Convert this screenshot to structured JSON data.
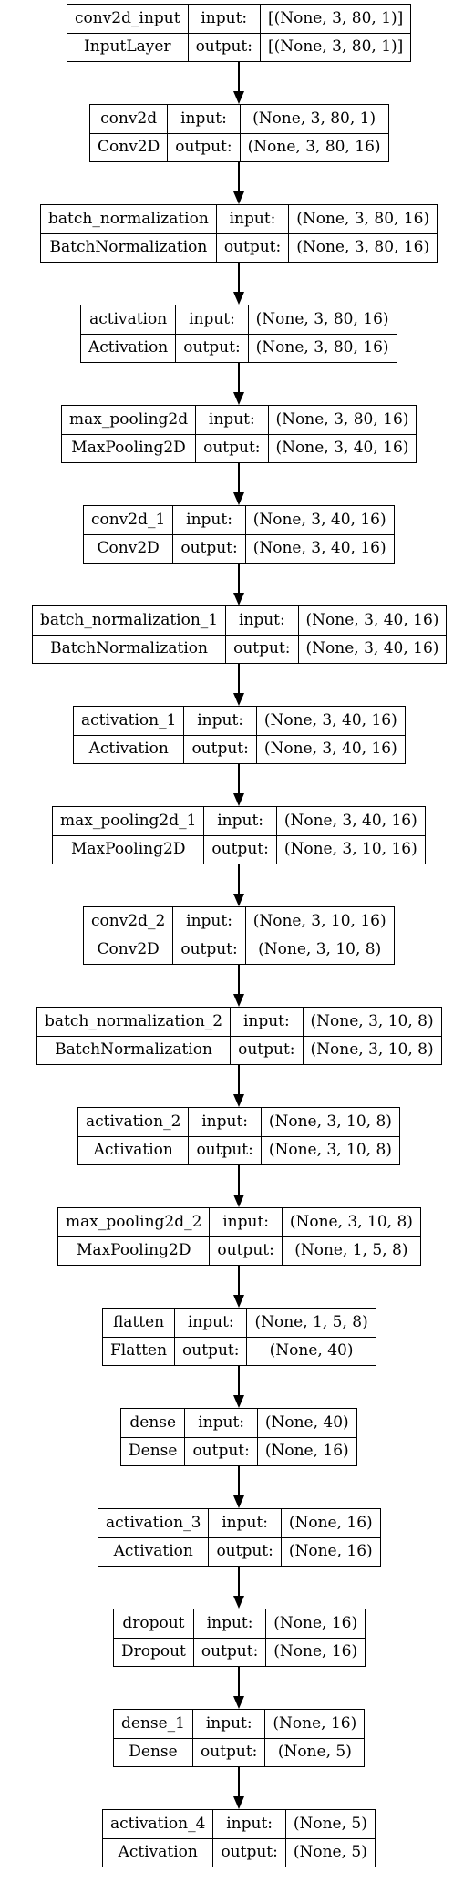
{
  "layers": [
    {
      "name": "conv2d_input",
      "type": "InputLayer",
      "in_label": "input:",
      "out_label": "output:",
      "input_shape": "[(None, 3, 80, 1)]",
      "output_shape": "[(None, 3, 80, 1)]"
    },
    {
      "name": "conv2d",
      "type": "Conv2D",
      "in_label": "input:",
      "out_label": "output:",
      "input_shape": "(None, 3, 80, 1)",
      "output_shape": "(None, 3, 80, 16)"
    },
    {
      "name": "batch_normalization",
      "type": "BatchNormalization",
      "in_label": "input:",
      "out_label": "output:",
      "input_shape": "(None, 3, 80, 16)",
      "output_shape": "(None, 3, 80, 16)"
    },
    {
      "name": "activation",
      "type": "Activation",
      "in_label": "input:",
      "out_label": "output:",
      "input_shape": "(None, 3, 80, 16)",
      "output_shape": "(None, 3, 80, 16)"
    },
    {
      "name": "max_pooling2d",
      "type": "MaxPooling2D",
      "in_label": "input:",
      "out_label": "output:",
      "input_shape": "(None, 3, 80, 16)",
      "output_shape": "(None, 3, 40, 16)"
    },
    {
      "name": "conv2d_1",
      "type": "Conv2D",
      "in_label": "input:",
      "out_label": "output:",
      "input_shape": "(None, 3, 40, 16)",
      "output_shape": "(None, 3, 40, 16)"
    },
    {
      "name": "batch_normalization_1",
      "type": "BatchNormalization",
      "in_label": "input:",
      "out_label": "output:",
      "input_shape": "(None, 3, 40, 16)",
      "output_shape": "(None, 3, 40, 16)"
    },
    {
      "name": "activation_1",
      "type": "Activation",
      "in_label": "input:",
      "out_label": "output:",
      "input_shape": "(None, 3, 40, 16)",
      "output_shape": "(None, 3, 40, 16)"
    },
    {
      "name": "max_pooling2d_1",
      "type": "MaxPooling2D",
      "in_label": "input:",
      "out_label": "output:",
      "input_shape": "(None, 3, 40, 16)",
      "output_shape": "(None, 3, 10, 16)"
    },
    {
      "name": "conv2d_2",
      "type": "Conv2D",
      "in_label": "input:",
      "out_label": "output:",
      "input_shape": "(None, 3, 10, 16)",
      "output_shape": "(None, 3, 10, 8)"
    },
    {
      "name": "batch_normalization_2",
      "type": "BatchNormalization",
      "in_label": "input:",
      "out_label": "output:",
      "input_shape": "(None, 3, 10, 8)",
      "output_shape": "(None, 3, 10, 8)"
    },
    {
      "name": "activation_2",
      "type": "Activation",
      "in_label": "input:",
      "out_label": "output:",
      "input_shape": "(None, 3, 10, 8)",
      "output_shape": "(None, 3, 10, 8)"
    },
    {
      "name": "max_pooling2d_2",
      "type": "MaxPooling2D",
      "in_label": "input:",
      "out_label": "output:",
      "input_shape": "(None, 3, 10, 8)",
      "output_shape": "(None, 1, 5, 8)"
    },
    {
      "name": "flatten",
      "type": "Flatten",
      "in_label": "input:",
      "out_label": "output:",
      "input_shape": "(None, 1, 5, 8)",
      "output_shape": "(None, 40)"
    },
    {
      "name": "dense",
      "type": "Dense",
      "in_label": "input:",
      "out_label": "output:",
      "input_shape": "(None, 40)",
      "output_shape": "(None, 16)"
    },
    {
      "name": "activation_3",
      "type": "Activation",
      "in_label": "input:",
      "out_label": "output:",
      "input_shape": "(None, 16)",
      "output_shape": "(None, 16)"
    },
    {
      "name": "dropout",
      "type": "Dropout",
      "in_label": "input:",
      "out_label": "output:",
      "input_shape": "(None, 16)",
      "output_shape": "(None, 16)"
    },
    {
      "name": "dense_1",
      "type": "Dense",
      "in_label": "input:",
      "out_label": "output:",
      "input_shape": "(None, 16)",
      "output_shape": "(None, 5)"
    },
    {
      "name": "activation_4",
      "type": "Activation",
      "in_label": "input:",
      "out_label": "output:",
      "input_shape": "(None, 5)",
      "output_shape": "(None, 5)"
    }
  ]
}
